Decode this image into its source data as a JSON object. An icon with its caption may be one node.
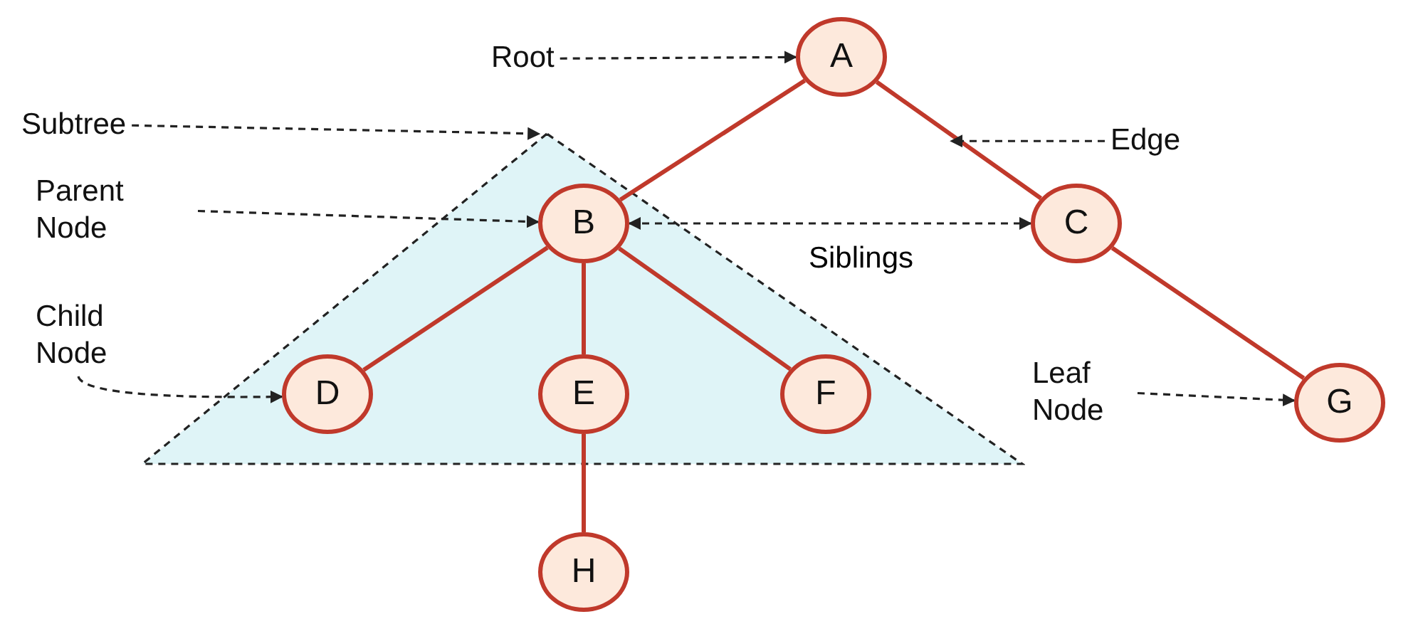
{
  "diagram": {
    "nodes": [
      {
        "text": [
          "Root"
        ]
      },
      {
        "text": [
          "A"
        ]
      },
      {
        "text": [
          "Subtree"
        ]
      },
      {
        "text": [],
        "shape": "triangle"
      },
      {
        "text": [
          "Edge"
        ]
      },
      {
        "text": [
          "Parent Node"
        ]
      },
      {
        "text": [
          "B"
        ],
        "in": 3
      },
      {
        "text": [
          "C"
        ]
      },
      {
        "text": [
          "Child Node"
        ]
      },
      {
        "text": [
          "D"
        ],
        "in": 3
      },
      {
        "text": [
          "E"
        ],
        "in": 3
      },
      {
        "text": [
          "F"
        ],
        "in": 3
      },
      {
        "text": [
          "Leaf Node"
        ]
      },
      {
        "text": [
          "G"
        ]
      },
      {
        "text": [
          "H"
        ]
      }
    ],
    "edges": [
      {
        "from": 0,
        "to": 1,
        "arrow": "to",
        "style": "dashed",
        "color": "#222222"
      },
      {
        "from": 2,
        "to": 3,
        "arrow": "to",
        "style": "dashed",
        "color": "#222222"
      },
      {
        "from": 1,
        "to": 6,
        "arrow": "none",
        "color": "#c0392b"
      },
      {
        "from": 1,
        "to": 7,
        "arrow": "none",
        "color": "#c0392b"
      },
      {
        "from": 4,
        "to": null,
        "arrow": "to",
        "style": "dashed",
        "color": "#222222"
      },
      {
        "from": 5,
        "to": 6,
        "arrow": "to",
        "style": "dashed",
        "color": "#222222"
      },
      {
        "from": 6,
        "to": 7,
        "arrow": "both",
        "style": "dashed",
        "color": "#222222",
        "label": "Siblings"
      },
      {
        "from": 6,
        "to": 9,
        "arrow": "none",
        "color": "#c0392b"
      },
      {
        "from": 6,
        "to": 10,
        "arrow": "none",
        "color": "#c0392b"
      },
      {
        "from": 6,
        "to": 11,
        "arrow": "none",
        "color": "#c0392b"
      },
      {
        "from": 7,
        "to": 13,
        "arrow": "none",
        "color": "#c0392b"
      },
      {
        "from": 8,
        "to": 9,
        "arrow": "to",
        "style": "dashed",
        "color": "#222222"
      },
      {
        "from": 12,
        "to": 13,
        "arrow": "to",
        "style": "dashed",
        "color": "#222222"
      },
      {
        "from": 10,
        "to": 14,
        "arrow": "none",
        "color": "#c0392b"
      }
    ]
  }
}
